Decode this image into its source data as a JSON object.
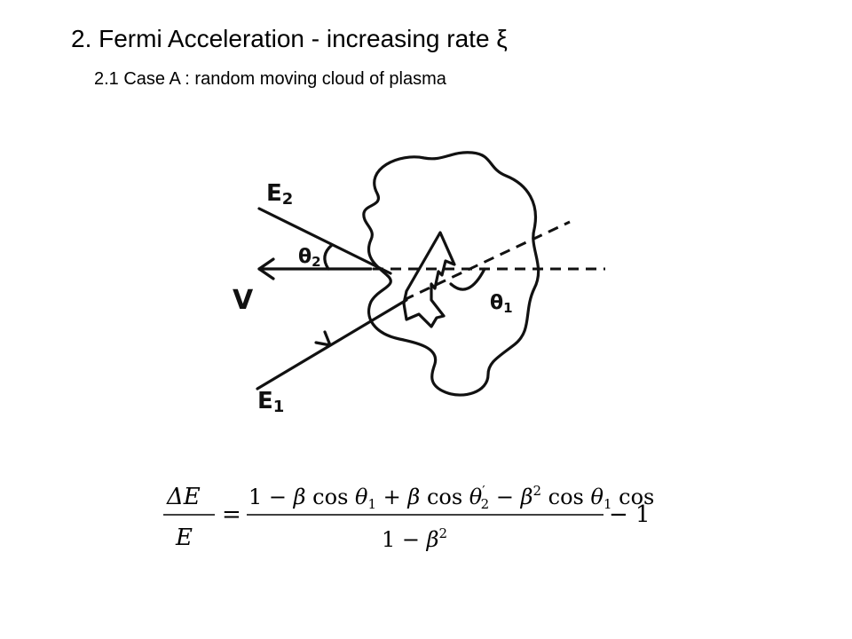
{
  "slide": {
    "title": "2. Fermi Acceleration  - increasing rate ξ",
    "subtitle": "2.1  Case A : random moving cloud of plasma"
  },
  "diagram": {
    "label_e2": "E",
    "label_e2_sub": "2",
    "label_e1": "E",
    "label_e1_sub": "1",
    "label_theta2": "θ",
    "label_theta2_sub": "2",
    "label_theta1": "θ",
    "label_theta1_sub": "1",
    "label_v": "V"
  },
  "equation": {
    "lhs_num": "ΔE",
    "lhs_den": "E",
    "equals": "=",
    "num_1": "1 −",
    "beta": "β",
    "cos": "cos",
    "theta": "θ",
    "sub_1": "1",
    "sub_2": "2",
    "prime": "′",
    "plus": "+",
    "minus": "−",
    "sq": "2",
    "den_1": "1 −",
    "tail": "− 1"
  }
}
